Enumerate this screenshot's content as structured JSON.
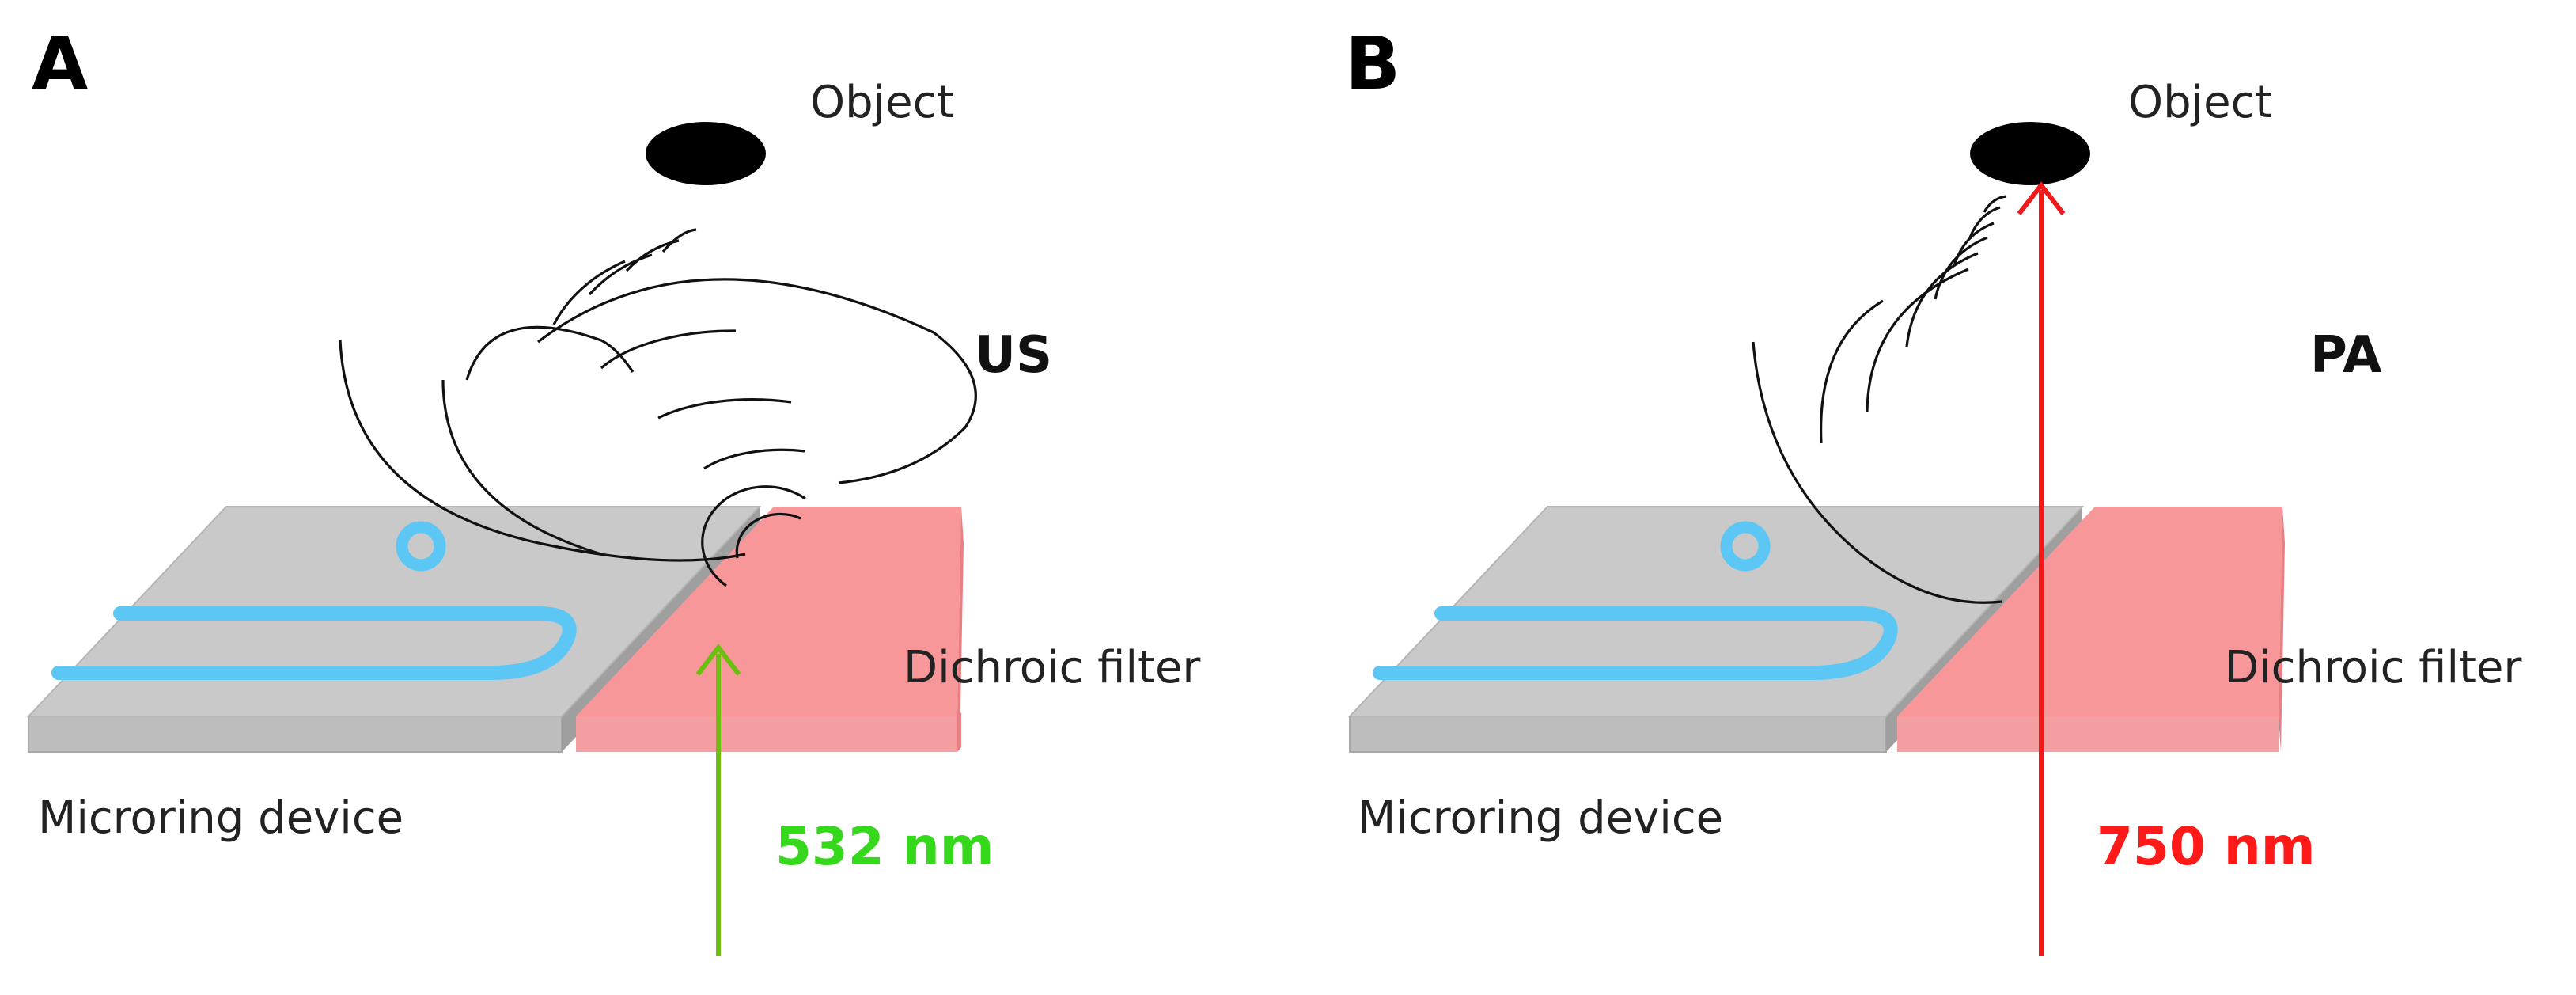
{
  "colors": {
    "device_top": "#c9c9c9",
    "device_side": "#9f9f9f",
    "device_front": "#bdbdbd",
    "filter_top": "#f7979a",
    "filter_side": "#e87f83",
    "filter_front": "#f39ea0",
    "waveguide": "#5cc7f4",
    "object": "#000000",
    "green_laser": "#6cbf0f",
    "green_label": "#36d81c",
    "red_laser": "#f01818",
    "red_label": "#ff1a1a"
  },
  "panels": [
    {
      "letter": "A",
      "object_label": "Object",
      "mode_label": "US",
      "filter_label": "Dichroic filter",
      "device_label": "Microring device",
      "wavelength_label": "532 nm"
    },
    {
      "letter": "B",
      "object_label": "Object",
      "mode_label": "PA",
      "filter_label": "Dichroic filter",
      "device_label": "Microring device",
      "wavelength_label": "750 nm"
    }
  ]
}
